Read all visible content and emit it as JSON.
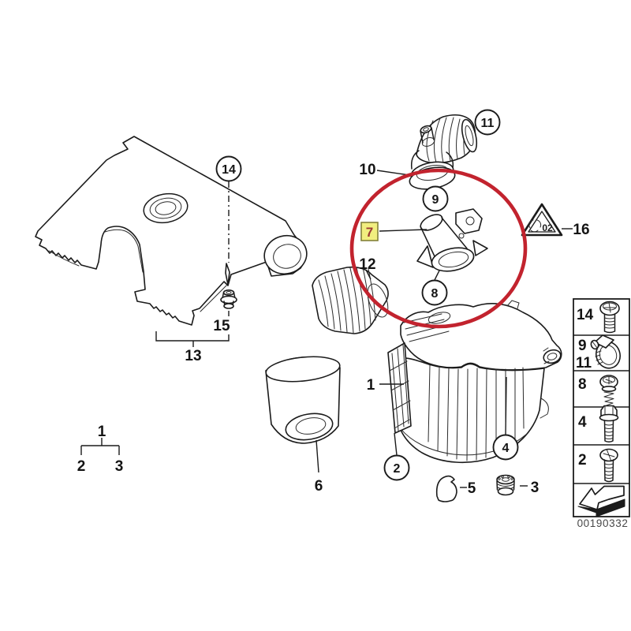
{
  "diagram": {
    "description": "Exploded parts diagram of an engine air intake / filter silencer assembly",
    "footer_code": "00190332",
    "triangle_marking": "02"
  },
  "colors": {
    "line": "#1b1b1b",
    "highlight_circle": "#c2232e",
    "highlight_box_bg": "#f1ee7f",
    "highlight_box_border": "#83803a",
    "highlight_box_text": "#9c3c34"
  },
  "callouts": {
    "part14": "14",
    "part15": "15",
    "part13": "13",
    "tree_parent": "1",
    "tree_child_left": "2",
    "tree_child_right": "3",
    "part6": "6",
    "part12": "12",
    "part10": "10",
    "part11": "11",
    "part9": "9",
    "part7": "7",
    "part8": "8",
    "part16": "16",
    "part1": "1",
    "part2": "2",
    "part4": "4",
    "part5": "5",
    "part3": "3"
  },
  "legend": {
    "rows": [
      {
        "labels": [
          "14"
        ],
        "icon": "pan-head-screw"
      },
      {
        "labels": [
          "9",
          "11"
        ],
        "icon": "hose-clamp"
      },
      {
        "labels": [
          "8"
        ],
        "icon": "spring-washer-screw"
      },
      {
        "labels": [
          "4"
        ],
        "icon": "hex-flange-bolt"
      },
      {
        "labels": [
          "2"
        ],
        "icon": "phillips-screw"
      },
      {
        "labels": [],
        "icon": "direction-arrow"
      }
    ]
  }
}
